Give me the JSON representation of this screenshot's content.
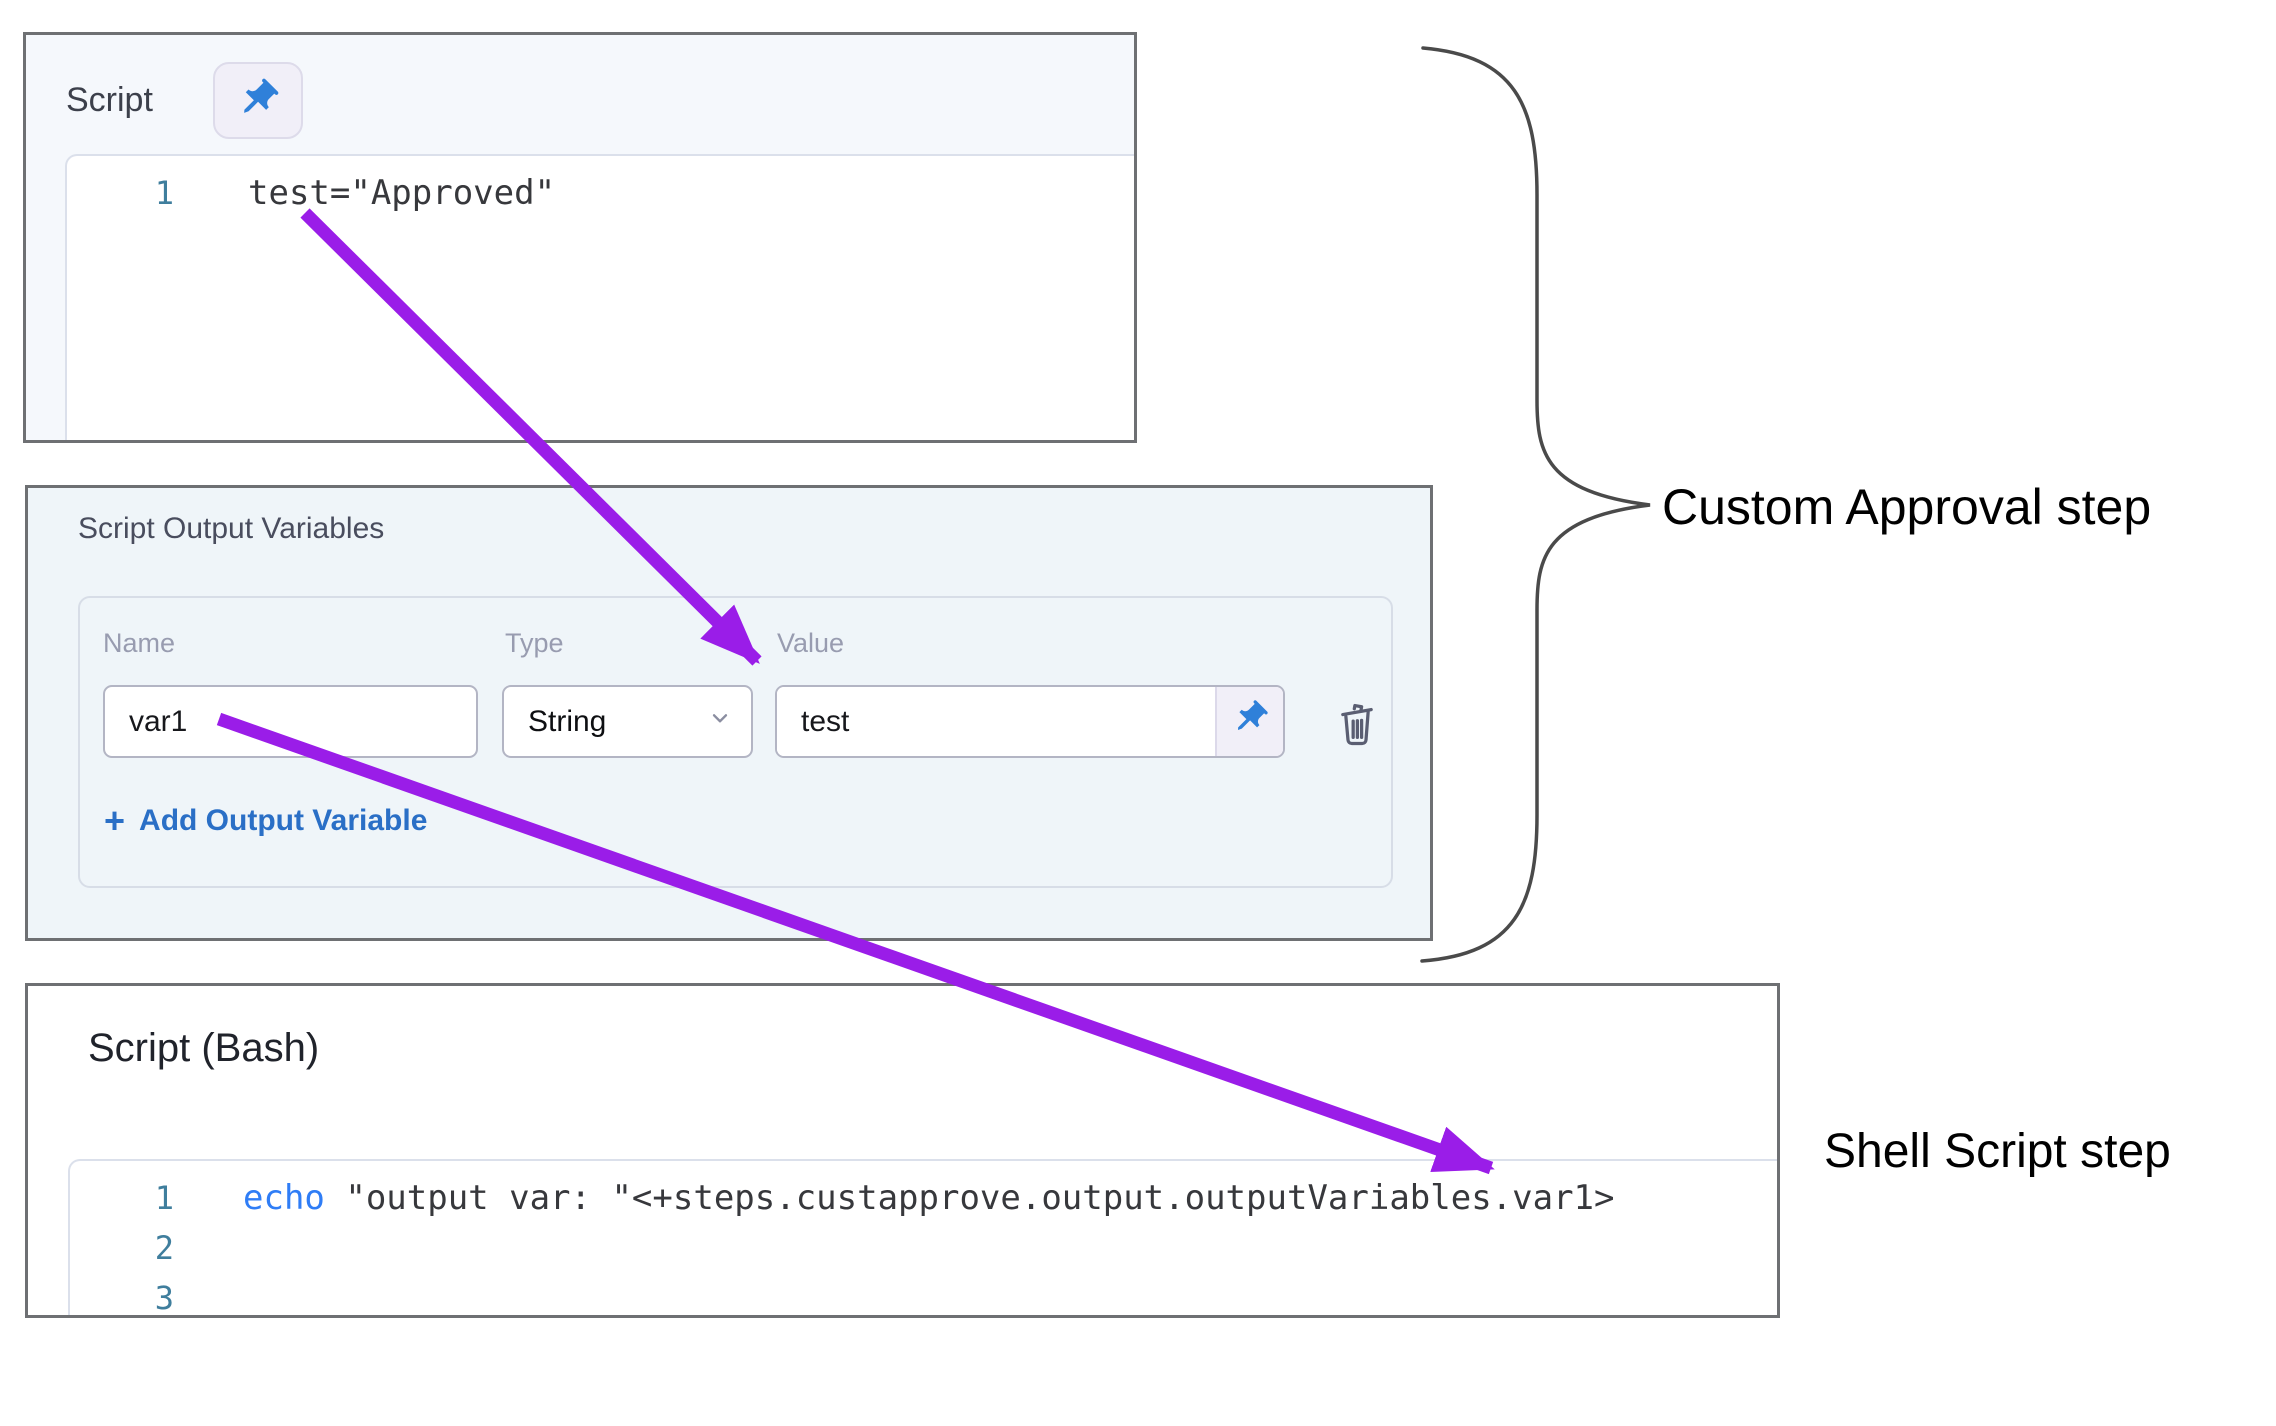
{
  "script_panel": {
    "title": "Script",
    "lines": [
      {
        "num": "1",
        "code": "test=\"Approved\""
      }
    ]
  },
  "variables_panel": {
    "title": "Script Output Variables",
    "headers": {
      "name": "Name",
      "type": "Type",
      "value": "Value"
    },
    "row": {
      "name": "var1",
      "type": "String",
      "value": "test"
    },
    "add_button": {
      "plus": "+",
      "label": "Add Output Variable"
    }
  },
  "shell_panel": {
    "title": "Script (Bash)",
    "lines": [
      {
        "num": "1",
        "keyword": "echo",
        "rest": " \"output var: \"<+steps.custapprove.output.outputVariables.var1>"
      },
      {
        "num": "2",
        "keyword": "",
        "rest": ""
      },
      {
        "num": "3",
        "keyword": "",
        "rest": ""
      }
    ]
  },
  "annotations": {
    "custom_approval": "Custom Approval step",
    "shell_script": "Shell Script step"
  },
  "icons": {
    "pin": "pushpin-icon",
    "chevron": "chevron-down-icon",
    "trash": "trash-icon"
  },
  "colors": {
    "arrow_purple": "#9a1de8",
    "pin_blue": "#2f80d9",
    "keyword_blue": "#2f7df6",
    "line_number_teal": "#3f7e9d",
    "link_blue": "#2a6fc6",
    "panel_border": "#6e7073",
    "brace_gray": "#4a4a4a"
  }
}
